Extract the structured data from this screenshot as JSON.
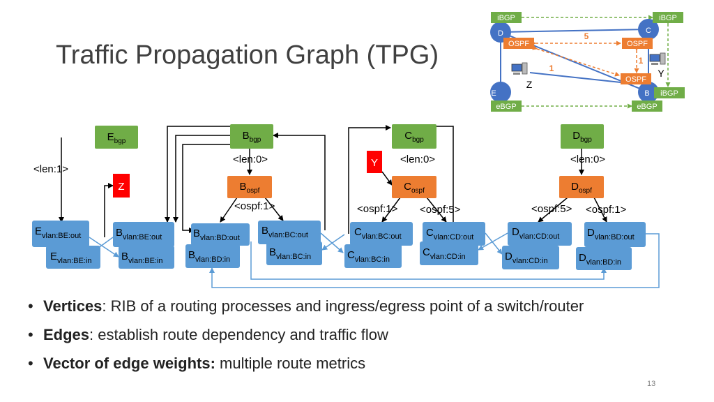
{
  "slide": {
    "title": "Traffic Propagation Graph (TPG)",
    "slide_number": "13"
  },
  "topology": {
    "routers": [
      {
        "id": "D",
        "label": "D"
      },
      {
        "id": "C",
        "label": "C"
      },
      {
        "id": "E",
        "label": "E"
      },
      {
        "id": "B",
        "label": "B"
      }
    ],
    "protocol_tags": {
      "ibgp": "iBGP",
      "ebgp": "eBGP",
      "ospf": "OSPF"
    },
    "link_weights": {
      "dc": "5",
      "cb": "1",
      "db": "1"
    },
    "hosts": {
      "y": "Y",
      "z": "Z"
    }
  },
  "graph": {
    "bgp_nodes": [
      {
        "base": "E",
        "sub": "bgp"
      },
      {
        "base": "B",
        "sub": "bgp"
      },
      {
        "base": "C",
        "sub": "bgp"
      },
      {
        "base": "D",
        "sub": "bgp"
      }
    ],
    "ospf_nodes": [
      {
        "base": "B",
        "sub": "ospf"
      },
      {
        "base": "C",
        "sub": "ospf"
      },
      {
        "base": "D",
        "sub": "ospf"
      }
    ],
    "red_nodes": {
      "z": "Z",
      "y": "Y"
    },
    "interface_nodes": [
      {
        "base": "E",
        "sub": "vlan:BE:out"
      },
      {
        "base": "E",
        "sub": "vlan:BE:in"
      },
      {
        "base": "B",
        "sub": "vlan:BE:out"
      },
      {
        "base": "B",
        "sub": "vlan:BE:in"
      },
      {
        "base": "B",
        "sub": "vlan:BD:out"
      },
      {
        "base": "B",
        "sub": "vlan:BD:in"
      },
      {
        "base": "B",
        "sub": "vlan:BC:out"
      },
      {
        "base": "B",
        "sub": "vlan:BC:in"
      },
      {
        "base": "C",
        "sub": "vlan:BC:out"
      },
      {
        "base": "C",
        "sub": "vlan:BC:in"
      },
      {
        "base": "C",
        "sub": "vlan:CD:out"
      },
      {
        "base": "C",
        "sub": "vlan:CD:in"
      },
      {
        "base": "D",
        "sub": "vlan:CD:out"
      },
      {
        "base": "D",
        "sub": "vlan:CD:in"
      },
      {
        "base": "D",
        "sub": "vlan:BD:out"
      },
      {
        "base": "D",
        "sub": "vlan:BD:in"
      }
    ],
    "edge_labels": {
      "e_len1": "<len:1>",
      "b_len0": "<len:0>",
      "c_len0": "<len:0>",
      "d_len0": "<len:0>",
      "b_ospf1": "<ospf:1>",
      "c_ospf1": "<ospf:1>",
      "c_ospf5": "<ospf:5>",
      "d_ospf5": "<ospf:5>",
      "d_ospf1": "<ospf:1>"
    }
  },
  "bullets": [
    {
      "bold": "Vertices",
      "rest": ": RIB of a routing processes and ingress/egress point of a switch/router"
    },
    {
      "bold": "Edges",
      "rest": ": establish route dependency and traffic flow"
    },
    {
      "bold": "Vector of edge weights:",
      "rest": " multiple route metrics"
    }
  ],
  "colors": {
    "bgp_green": "#70AD47",
    "ospf_orange": "#ED7D31",
    "interface_blue": "#5B9BD5",
    "red_node": "#FF0000",
    "router_blue": "#4472C4"
  }
}
